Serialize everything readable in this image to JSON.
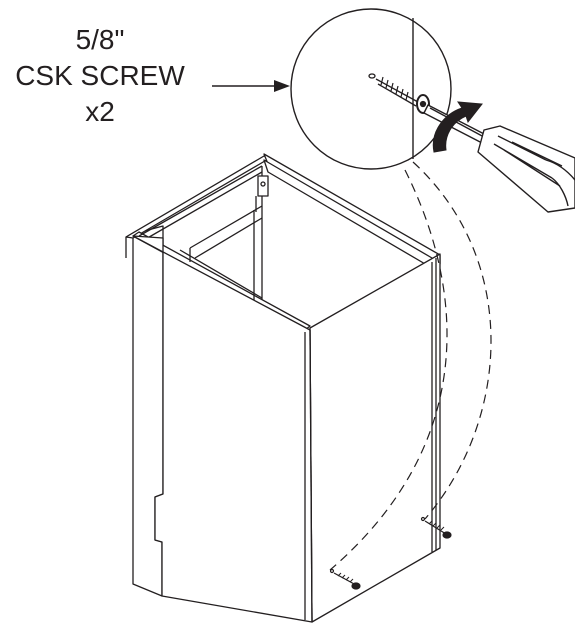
{
  "callout": {
    "size": "5/8\"",
    "name": "CSK SCREW",
    "quantity": "x2"
  },
  "colors": {
    "line": "#231f20",
    "background": "#ffffff",
    "tool_fill": "#ffffff"
  },
  "icons": {
    "tool": "screwdriver-icon",
    "direction": "rotate-clockwise-arrow-icon"
  }
}
